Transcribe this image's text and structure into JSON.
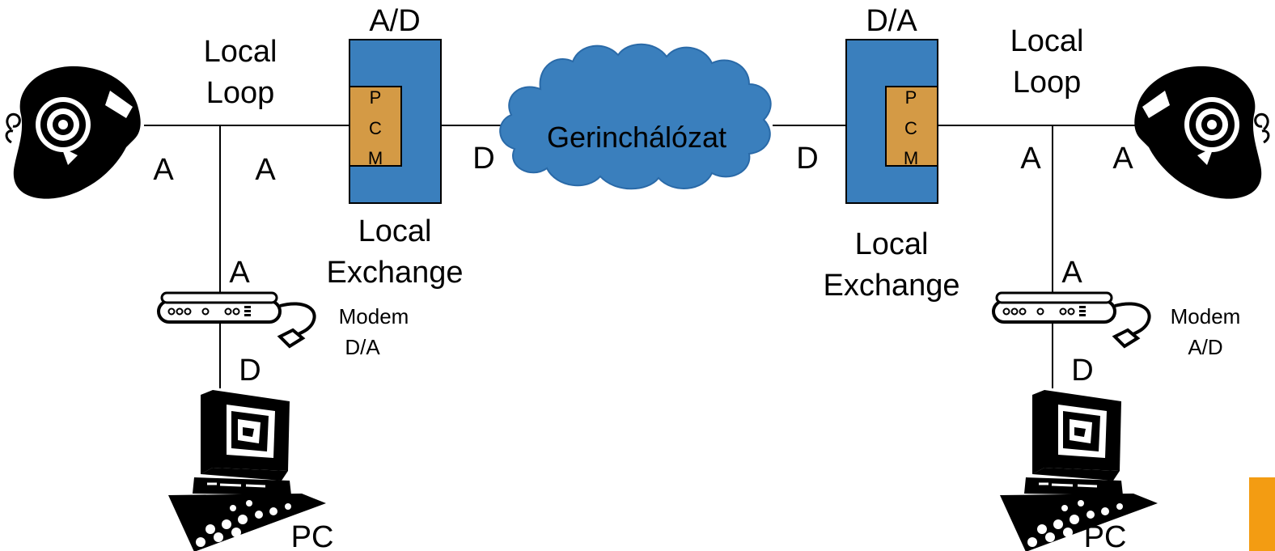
{
  "left": {
    "loop_label": [
      "Local",
      "Loop"
    ],
    "converter_label": "A/D",
    "pcm_letters": [
      "P",
      "C",
      "M"
    ],
    "exchange_label": [
      "Local",
      "Exchange"
    ],
    "signal_phone_side": "A",
    "signal_line_side": "A",
    "signal_modem_top": "A",
    "signal_modem_bottom": "D",
    "signal_backbone": "D",
    "modem_label": [
      "Modem",
      "D/A"
    ],
    "pc_label": "PC"
  },
  "right": {
    "loop_label": [
      "Local",
      "Loop"
    ],
    "converter_label": "D/A",
    "pcm_letters": [
      "P",
      "C",
      "M"
    ],
    "exchange_label": [
      "Local",
      "Exchange"
    ],
    "signal_phone_side": "A",
    "signal_line_side": "A",
    "signal_modem_top": "A",
    "signal_modem_bottom": "D",
    "signal_backbone": "D",
    "modem_label": [
      "Modem",
      "A/D"
    ],
    "pc_label": "PC"
  },
  "network": {
    "label": "Gerinchálózat"
  },
  "colors": {
    "exchange_fill": "#3a7fbd",
    "pcm_fill": "#d49a45",
    "cloud_fill": "#3a7fbd",
    "accent_corner": "#f39c12",
    "line": "#000000"
  },
  "icons": {
    "phone": "rotary-telephone-icon",
    "modem": "modem-icon",
    "pc": "desktop-computer-icon"
  }
}
